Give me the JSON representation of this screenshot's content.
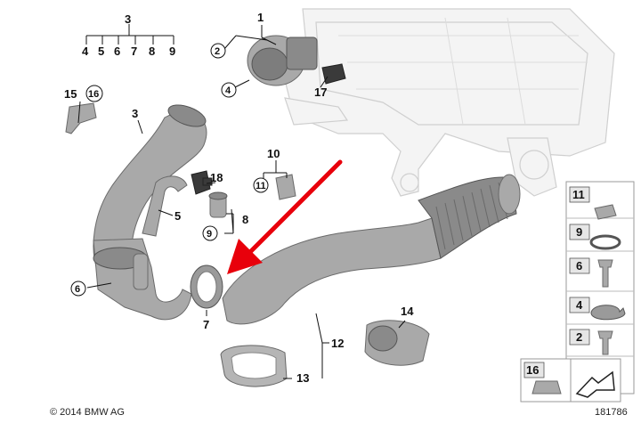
{
  "callouts": {
    "c1": "1",
    "c2": "2",
    "c3_top": "3",
    "c3_side": "3",
    "c4": "4",
    "c5": "5",
    "c6": "6",
    "c7": "7",
    "c8": "8",
    "c9": "9",
    "c10": "10",
    "c11": "11",
    "c12": "12",
    "c13": "13",
    "c14": "14",
    "c15": "15",
    "c16": "16",
    "c17": "17",
    "c18": "18"
  },
  "breakdown": [
    "4",
    "5",
    "6",
    "7",
    "8",
    "9"
  ],
  "legend": [
    {
      "num": "11",
      "circled": false
    },
    {
      "num": "9",
      "circled": false
    },
    {
      "num": "6",
      "circled": false
    },
    {
      "num": "4",
      "circled": false
    },
    {
      "num": "2",
      "circled": false
    },
    {
      "num": "16",
      "circled": false
    }
  ],
  "footer": {
    "copyright": "© 2014 BMW AG",
    "diagram_id": "181786"
  },
  "colors": {
    "arrow": "#e8000b",
    "part": "#a9a9a9",
    "ghost": "#f4f4f4"
  }
}
